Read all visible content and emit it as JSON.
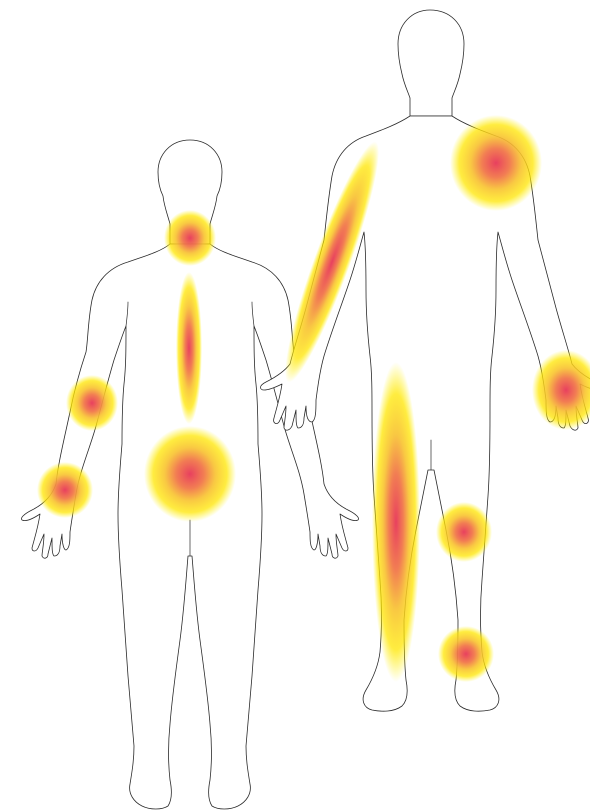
{
  "figures": [
    {
      "view": "back"
    },
    {
      "view": "front"
    }
  ],
  "colors": {
    "background": "#ffffff",
    "outline": "#2a2a2a",
    "heat_center": "#e8405f",
    "heat_mid": "#f4a03a",
    "heat_edge": "#ffe600"
  },
  "pain_spots": [
    {
      "figure": "back",
      "region": "neck",
      "shape": "round"
    },
    {
      "figure": "back",
      "region": "spine",
      "shape": "elongated"
    },
    {
      "figure": "back",
      "region": "lower-back",
      "shape": "round"
    },
    {
      "figure": "back",
      "region": "right-elbow",
      "shape": "round"
    },
    {
      "figure": "back",
      "region": "right-wrist",
      "shape": "round"
    },
    {
      "figure": "front",
      "region": "right-forearm",
      "shape": "elongated"
    },
    {
      "figure": "front",
      "region": "left-shoulder",
      "shape": "round"
    },
    {
      "figure": "front",
      "region": "left-hand",
      "shape": "round"
    },
    {
      "figure": "front",
      "region": "right-leg",
      "shape": "elongated"
    },
    {
      "figure": "front",
      "region": "left-knee",
      "shape": "round"
    },
    {
      "figure": "front",
      "region": "left-ankle",
      "shape": "round"
    }
  ]
}
